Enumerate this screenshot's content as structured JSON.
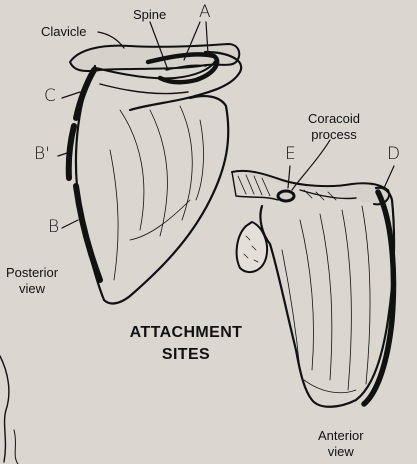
{
  "labels": {
    "clavicle": "Clavicle",
    "spine": "Spine",
    "a": "A",
    "c": "C",
    "b_prime": "B'",
    "b": "B",
    "posterior_line1": "Posterior",
    "posterior_line2": "view",
    "coracoid_line1": "Coracoid",
    "coracoid_line2": "process",
    "e": "E",
    "d": "D",
    "anterior_line1": "Anterior",
    "anterior_line2": "view"
  },
  "title": {
    "line1": "ATTACHMENT",
    "line2": "SITES"
  },
  "colors": {
    "background": "#d9d7d0",
    "ink": "#111111"
  }
}
